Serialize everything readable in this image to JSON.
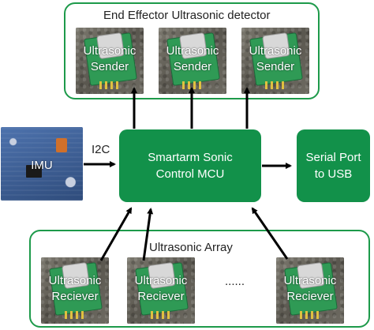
{
  "end_effector": {
    "title": "End Effector Ultrasonic detector",
    "senders": [
      {
        "label": "Ultrasonic\nSender"
      },
      {
        "label": "Ultrasonic\nSender"
      },
      {
        "label": "Ultrasonic\nSender"
      }
    ]
  },
  "imu": {
    "label": "IMU"
  },
  "i2c_label": "I2C",
  "mcu": {
    "label": "Smartarm Sonic\nControl MCU"
  },
  "serial": {
    "label": "Serial Port\nto USB"
  },
  "array": {
    "title": "Ultrasonic Array",
    "receivers": [
      {
        "label": "Ultrasonic\nReciever"
      },
      {
        "label": "Ultrasonic\nReciever"
      },
      {
        "label": "Ultrasonic\nReciever"
      }
    ],
    "ellipsis": "......"
  },
  "colors": {
    "green": "#12914a",
    "border": "#1d9a4a",
    "arrow": "#000000"
  }
}
